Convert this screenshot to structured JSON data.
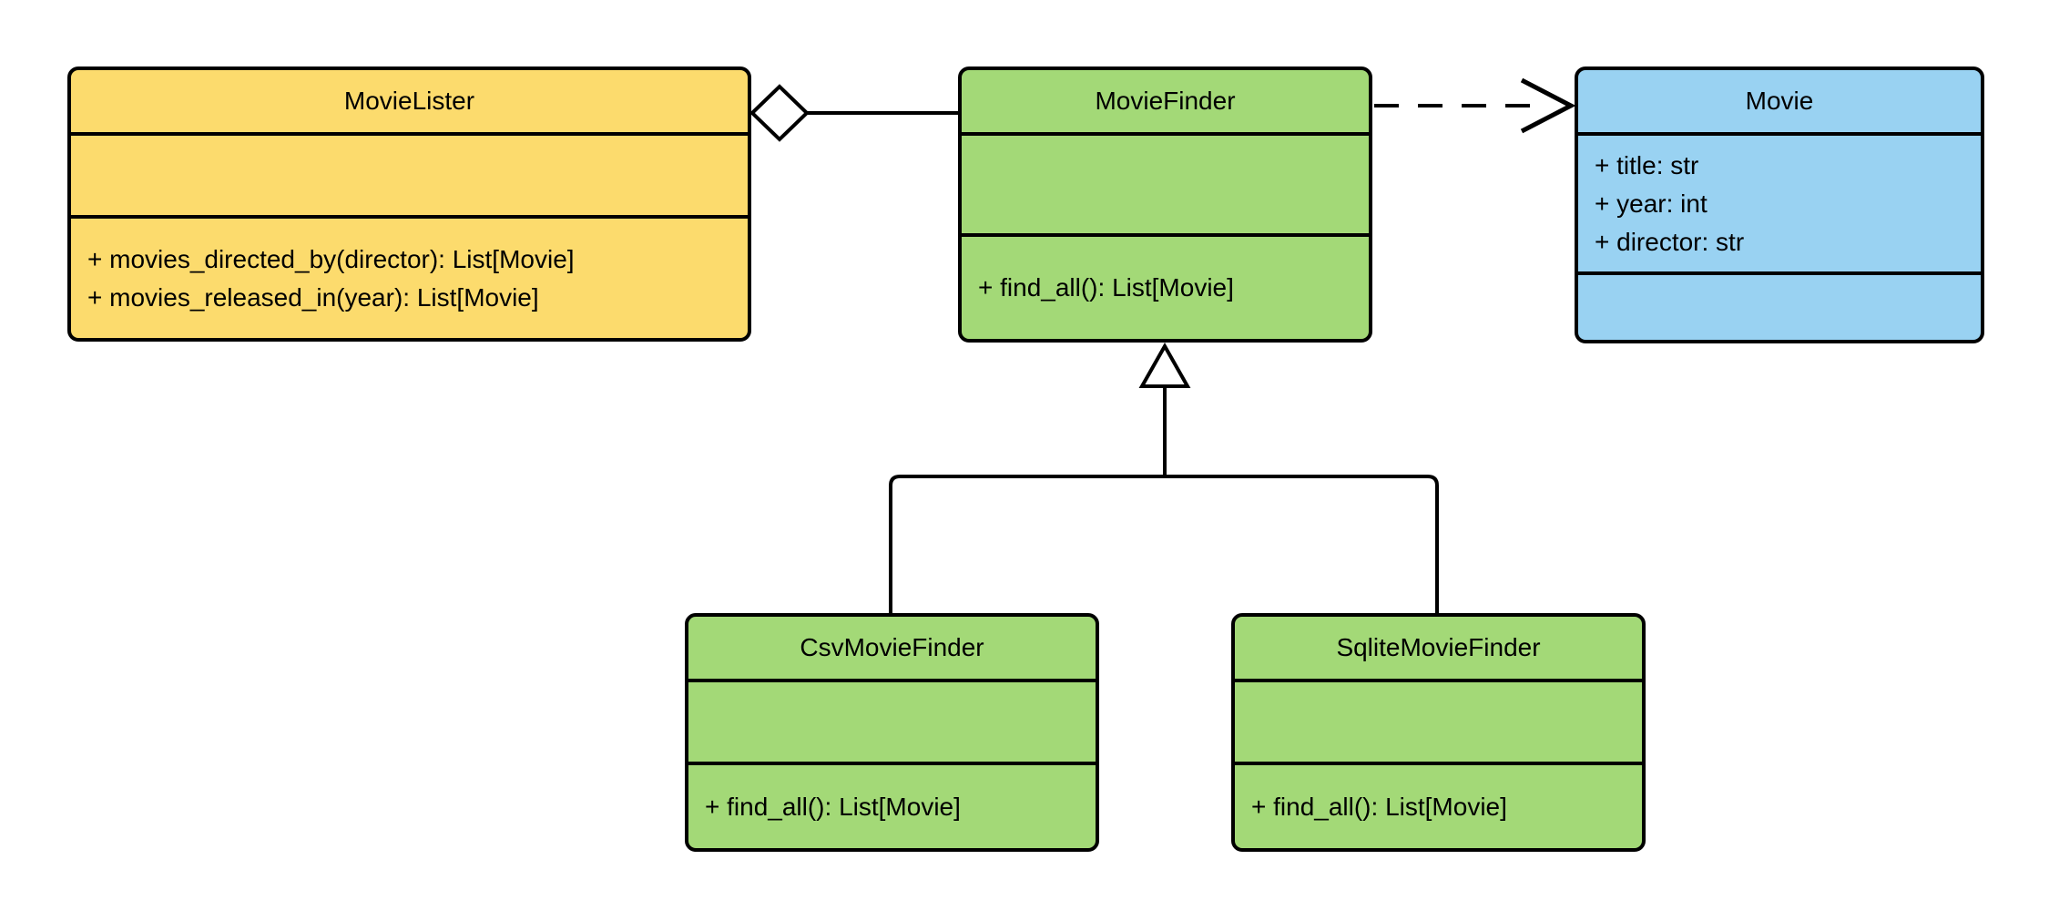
{
  "diagram": {
    "type": "UML class diagram",
    "background_color": "#FFFFFF",
    "line_color": "#000000",
    "classes": [
      {
        "name": "MovieLister",
        "fill": "#FCDB6D",
        "attributes": [],
        "methods": [
          "+ movies_directed_by(director): List[Movie]",
          "+ movies_released_in(year): List[Movie]"
        ]
      },
      {
        "name": "MovieFinder",
        "fill": "#A3D977",
        "attributes": [],
        "methods": [
          "+ find_all(): List[Movie]"
        ]
      },
      {
        "name": "Movie",
        "fill": "#99D2F2",
        "attributes": [
          "+ title: str",
          "+ year: int",
          "+ director: str"
        ],
        "methods": []
      },
      {
        "name": "CsvMovieFinder",
        "fill": "#A3D977",
        "attributes": [],
        "methods": [
          "+ find_all(): List[Movie]"
        ]
      },
      {
        "name": "SqliteMovieFinder",
        "fill": "#A3D977",
        "attributes": [],
        "methods": [
          "+ find_all(): List[Movie]"
        ]
      }
    ],
    "relationships": [
      {
        "type": "aggregation",
        "from": "MovieLister",
        "to": "MovieFinder",
        "marker": "hollow-diamond",
        "line": "solid"
      },
      {
        "type": "dependency",
        "from": "MovieFinder",
        "to": "Movie",
        "marker": "open-arrow",
        "line": "dashed"
      },
      {
        "type": "generalization",
        "from": "CsvMovieFinder",
        "to": "MovieFinder",
        "marker": "hollow-triangle",
        "line": "solid"
      },
      {
        "type": "generalization",
        "from": "SqliteMovieFinder",
        "to": "MovieFinder",
        "marker": "hollow-triangle",
        "line": "solid"
      }
    ]
  }
}
